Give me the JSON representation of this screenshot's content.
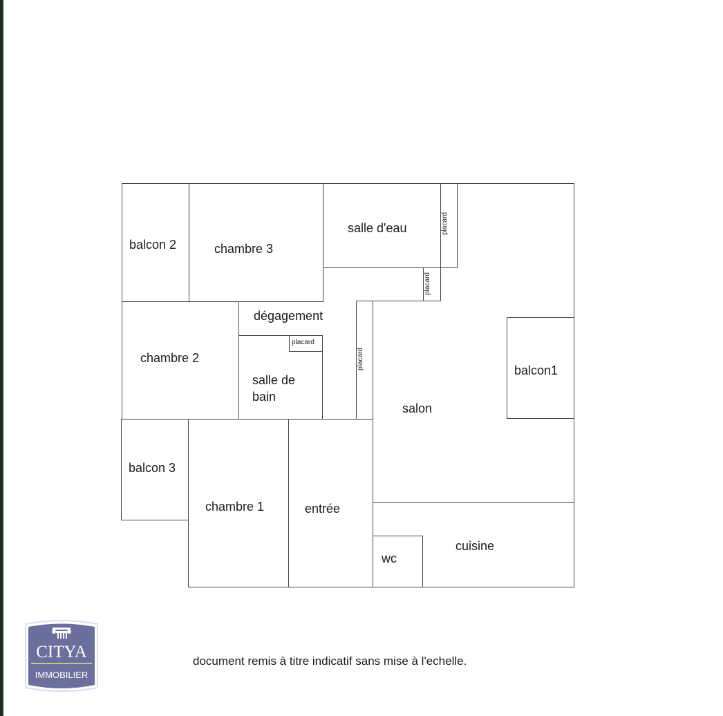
{
  "plan": {
    "rooms": {
      "balcon2": "balcon 2",
      "chambre3": "chambre 3",
      "salle_eau": "salle d'eau",
      "placard_a": "placard",
      "placard_b": "placard",
      "degagement": "dégagement",
      "placard_c": "placard",
      "placard_d": "placard",
      "chambre2": "chambre 2",
      "salle_bain_1": "salle de",
      "salle_bain_2": "bain",
      "balcon1": "balcon1",
      "salon": "salon",
      "balcon3": "balcon 3",
      "chambre1": "chambre 1",
      "entree": "entrée",
      "wc": "wc",
      "cuisine": "cuisine"
    },
    "line_color": "#444444"
  },
  "footer": {
    "note": "document remis à titre indicatif sans mise à l'echelle."
  },
  "logo": {
    "brand": "CITYA",
    "subtitle": "IMMOBILIER",
    "bg_color": "#6b6f9e",
    "rule_color": "#c9c48a"
  }
}
